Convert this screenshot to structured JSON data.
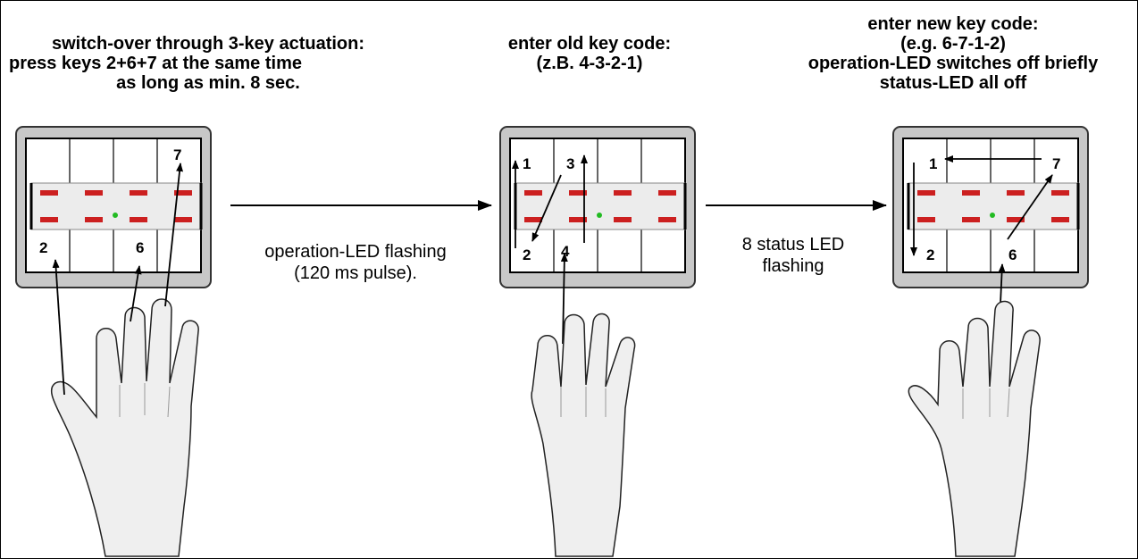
{
  "step1": {
    "caption": [
      "switch-over through 3-key actuation:",
      "press keys 2+6+7 at the same time",
      "as long as min. 8 sec."
    ],
    "key_labels": [
      "7",
      "2",
      "6"
    ]
  },
  "transition1": {
    "lines": [
      "operation-LED flashing",
      "(120 ms pulse)."
    ]
  },
  "step2": {
    "caption": [
      "enter old key code:",
      "(z.B. 4-3-2-1)"
    ],
    "key_labels": [
      "1",
      "3",
      "2",
      "4"
    ]
  },
  "transition2": {
    "lines": [
      "8 status LED",
      "flashing"
    ]
  },
  "step3": {
    "caption": [
      "enter new key code:",
      "(e.g. 6-7-1-2)",
      "operation-LED switches off briefly",
      "status-LED all off"
    ],
    "key_labels": [
      "1",
      "7",
      "2",
      "6"
    ]
  },
  "colors": {
    "panel_frame": "#c8c8c8",
    "status_led": "#cc2020",
    "operation_led": "#22bb22",
    "hand_fill": "#efefef",
    "led_strip": "#ececec"
  }
}
